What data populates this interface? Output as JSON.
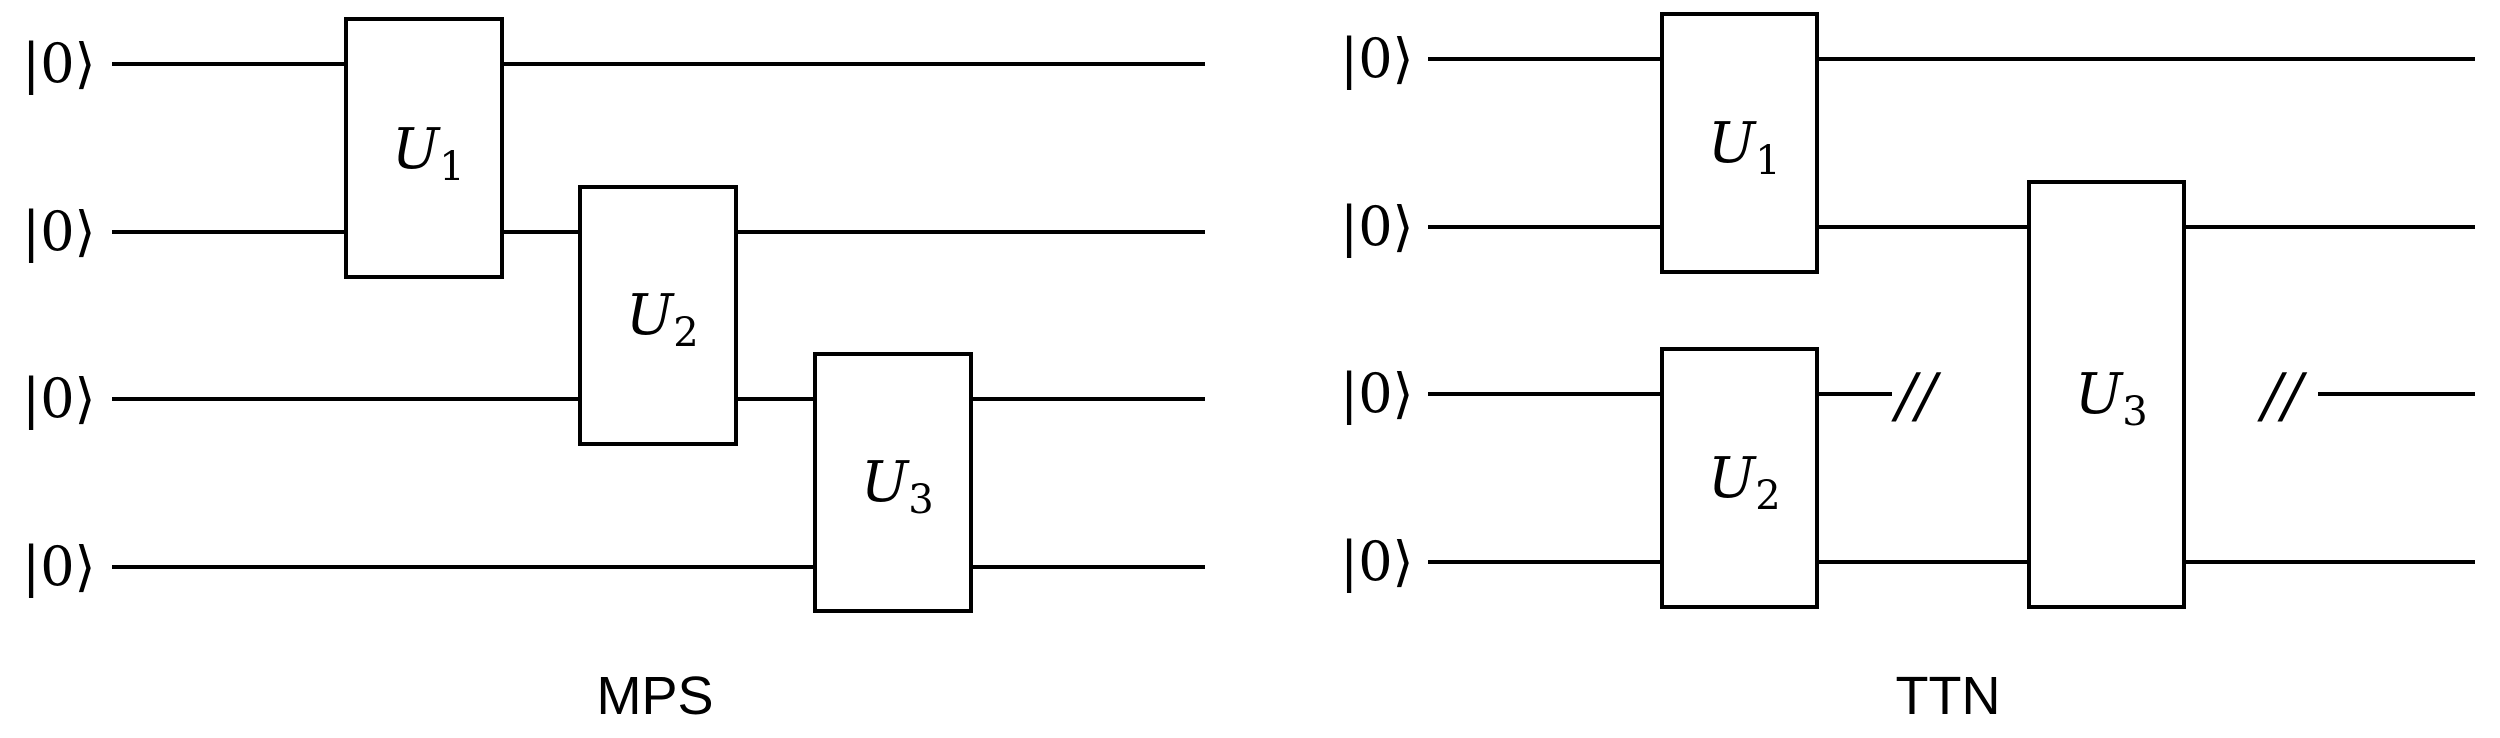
{
  "panels": [
    {
      "title": "MPS",
      "inputs": [
        "|0⟩",
        "|0⟩",
        "|0⟩",
        "|0⟩"
      ],
      "gates": [
        {
          "symbol": "U",
          "index": "1",
          "qubits": [
            0,
            1
          ]
        },
        {
          "symbol": "U",
          "index": "2",
          "qubits": [
            1,
            2
          ]
        },
        {
          "symbol": "U",
          "index": "3",
          "qubits": [
            2,
            3
          ]
        }
      ],
      "slash_marks": []
    },
    {
      "title": "TTN",
      "inputs": [
        "|0⟩",
        "|0⟩",
        "|0⟩",
        "|0⟩"
      ],
      "gates": [
        {
          "symbol": "U",
          "index": "1",
          "qubits": [
            0,
            1
          ]
        },
        {
          "symbol": "U",
          "index": "2",
          "qubits": [
            2,
            3
          ]
        },
        {
          "symbol": "U",
          "index": "3",
          "qubits": [
            1,
            3
          ]
        }
      ],
      "slash_marks": [
        "//",
        "//"
      ]
    }
  ]
}
